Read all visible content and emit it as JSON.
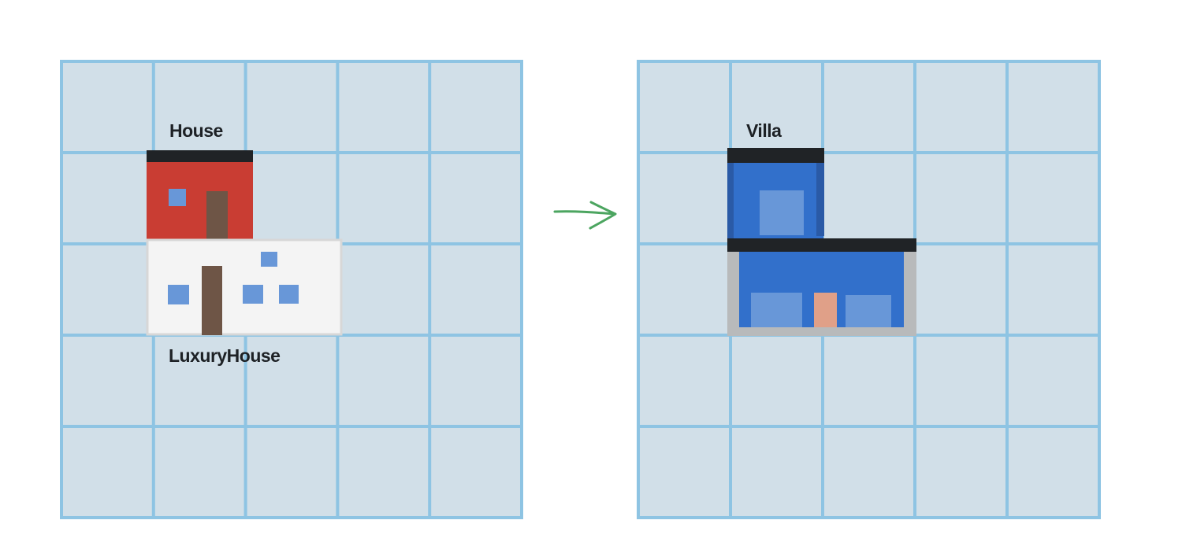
{
  "colors": {
    "background": "#ffffff",
    "cell_fill": "#d1dfe8",
    "grid_line": "#8ec4e3",
    "arrow": "#4ca560",
    "roof": "#202326",
    "label": "#1d2125",
    "house_wall": "#c93d33",
    "house_window": "#6897d8",
    "door": "#6e5546",
    "luxury_wall": "#f4f4f4",
    "luxury_border": "#d7d7d7",
    "villa_wall": "#3270cb",
    "villa_window": "#6897d8",
    "villa_door": "#e0a088",
    "villa_base": "#b8babb"
  },
  "grid": {
    "rows": 5,
    "columns": 5
  },
  "before": {
    "house_label": "House",
    "luxury_label": "LuxuryHouse"
  },
  "transition_icon": "arrow-right-icon",
  "after": {
    "villa_label": "Villa"
  }
}
